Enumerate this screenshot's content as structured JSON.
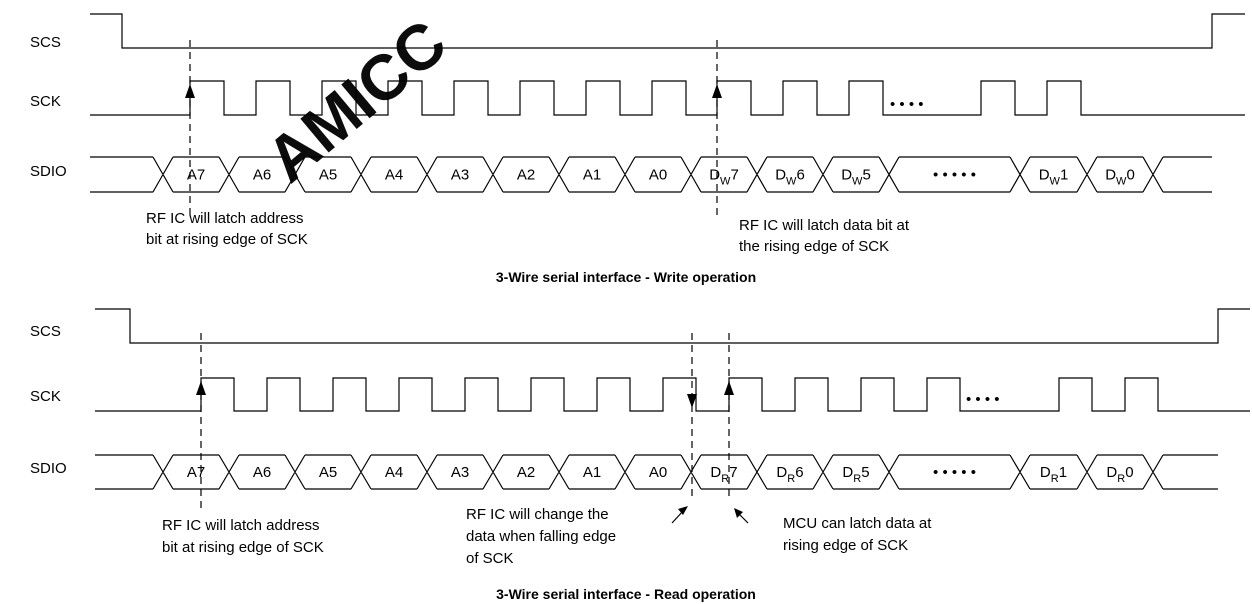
{
  "watermark": "AMICC",
  "write": {
    "signals": {
      "scs": "SCS",
      "sck": "SCK",
      "sdio": "SDIO"
    },
    "cells": [
      {
        "main": "A7",
        "sub": ""
      },
      {
        "main": "A6",
        "sub": ""
      },
      {
        "main": "A5",
        "sub": ""
      },
      {
        "main": "A4",
        "sub": ""
      },
      {
        "main": "A3",
        "sub": ""
      },
      {
        "main": "A2",
        "sub": ""
      },
      {
        "main": "A1",
        "sub": ""
      },
      {
        "main": "A0",
        "sub": ""
      },
      {
        "main": "D",
        "sub": "W",
        "tail": "7"
      },
      {
        "main": "D",
        "sub": "W",
        "tail": "6"
      },
      {
        "main": "D",
        "sub": "W",
        "tail": "5"
      },
      {
        "main": "• • • • •",
        "sub": ""
      },
      {
        "main": "D",
        "sub": "W",
        "tail": "1"
      },
      {
        "main": "D",
        "sub": "W",
        "tail": "0"
      }
    ],
    "sck_dots": "• • • •",
    "note_address": [
      "RF IC will latch address",
      "bit at rising edge of SCK"
    ],
    "note_data": [
      "RF IC will latch data bit at",
      "the rising edge of SCK"
    ],
    "caption": "3-Wire serial interface - Write operation"
  },
  "read": {
    "signals": {
      "scs": "SCS",
      "sck": "SCK",
      "sdio": "SDIO"
    },
    "cells": [
      {
        "main": "A7",
        "sub": ""
      },
      {
        "main": "A6",
        "sub": ""
      },
      {
        "main": "A5",
        "sub": ""
      },
      {
        "main": "A4",
        "sub": ""
      },
      {
        "main": "A3",
        "sub": ""
      },
      {
        "main": "A2",
        "sub": ""
      },
      {
        "main": "A1",
        "sub": ""
      },
      {
        "main": "A0",
        "sub": ""
      },
      {
        "main": "D",
        "sub": "R",
        "tail": "7"
      },
      {
        "main": "D",
        "sub": "R",
        "tail": "6"
      },
      {
        "main": "D",
        "sub": "R",
        "tail": "5"
      },
      {
        "main": "• • • • •",
        "sub": ""
      },
      {
        "main": "D",
        "sub": "R",
        "tail": "1"
      },
      {
        "main": "D",
        "sub": "R",
        "tail": "0"
      }
    ],
    "sck_dots": "• • • •",
    "note_address": [
      "RF IC will latch address",
      "bit at rising edge of SCK"
    ],
    "note_change": [
      "RF IC will change the",
      "data when falling edge",
      "of SCK"
    ],
    "note_mcu": [
      "MCU can latch data at",
      "rising edge of SCK"
    ],
    "caption": "3-Wire serial interface - Read operation"
  }
}
